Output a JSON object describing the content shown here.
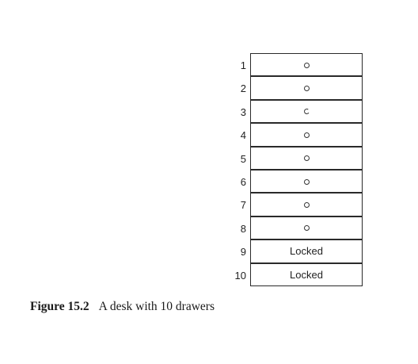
{
  "figure": {
    "caption_label": "Figure 15.2",
    "caption_text": "A desk with 10 drawers"
  },
  "drawers": [
    {
      "number": "1",
      "content": "knob"
    },
    {
      "number": "2",
      "content": "knob"
    },
    {
      "number": "3",
      "content": "knob"
    },
    {
      "number": "4",
      "content": "knob"
    },
    {
      "number": "5",
      "content": "knob"
    },
    {
      "number": "6",
      "content": "knob"
    },
    {
      "number": "7",
      "content": "knob"
    },
    {
      "number": "8",
      "content": "knob"
    },
    {
      "number": "9",
      "content": "label",
      "label": "Locked"
    },
    {
      "number": "10",
      "content": "label",
      "label": "Locked"
    }
  ]
}
